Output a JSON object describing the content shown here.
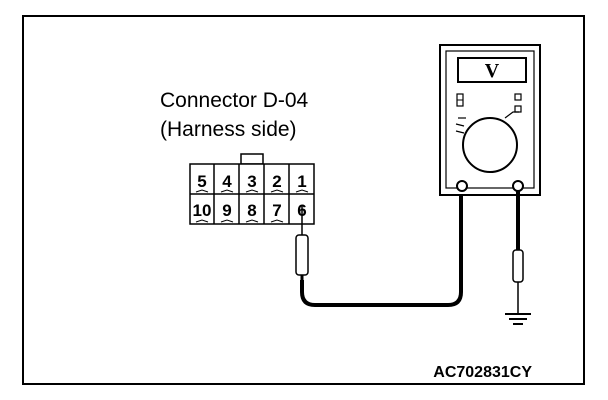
{
  "connector": {
    "title": "Connector D-04",
    "subtitle": "(Harness side)",
    "top_pins": [
      "5",
      "4",
      "3",
      "2",
      "1"
    ],
    "bottom_pins": [
      "10",
      "9",
      "8",
      "7",
      "6"
    ]
  },
  "meter": {
    "display": "V"
  },
  "figure_code": "AC702831CY",
  "colors": {
    "line": "#000000",
    "background": "#ffffff"
  }
}
